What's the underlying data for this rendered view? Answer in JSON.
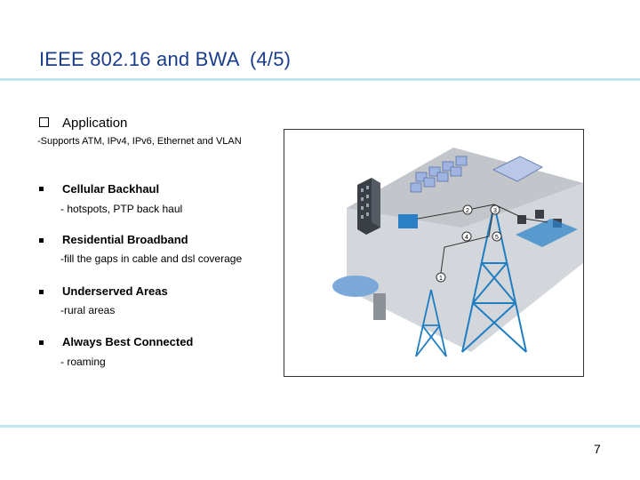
{
  "slide": {
    "title": "IEEE 802.16 and BWA  (4/5)",
    "section_heading": "Application",
    "supports_text": "-Supports ATM, IPv4, IPv6, Ethernet and VLAN",
    "bullets": [
      {
        "heading": "Cellular Backhaul",
        "detail": "- hotspots, PTP back haul"
      },
      {
        "heading": "Residential Broadband",
        "detail": "-fill the gaps in cable and dsl coverage"
      },
      {
        "heading": "Underserved Areas",
        "detail": "-rural areas"
      },
      {
        "heading": "Always Best Connected",
        "detail": "- roaming"
      }
    ],
    "page_number": "7"
  },
  "diagram": {
    "node_labels": [
      "1",
      "2",
      "3",
      "4",
      "5"
    ],
    "colors": {
      "ground": "#c9ccd0",
      "tower": "#1f7ec2",
      "building": "#3a3f46",
      "cluster": "#b8c8e6",
      "cloud": "#7aa8d8"
    }
  }
}
